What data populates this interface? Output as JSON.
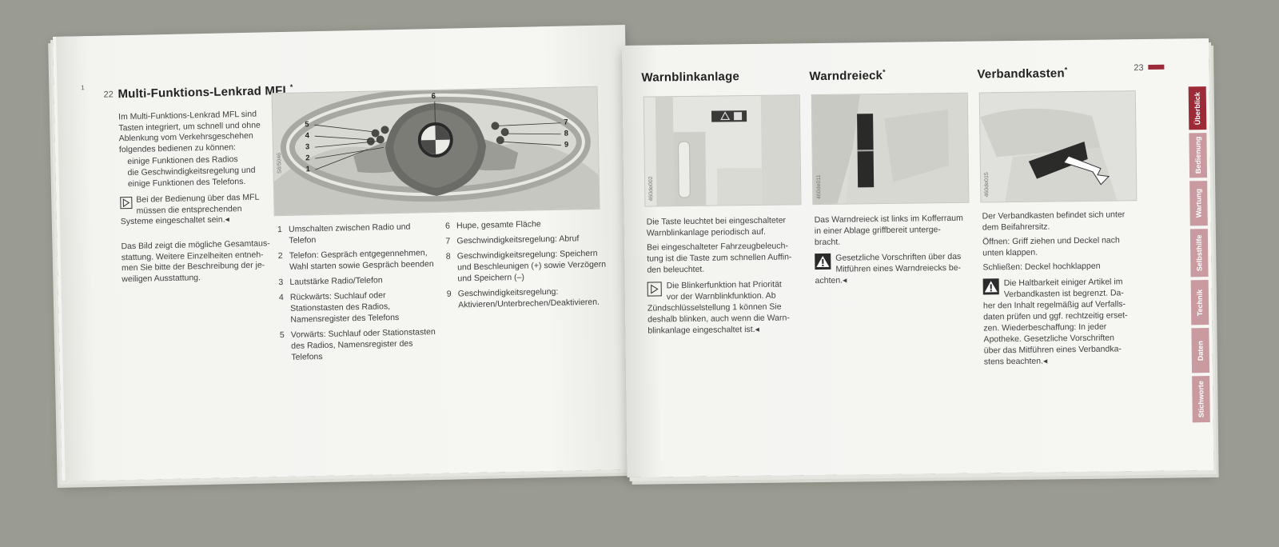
{
  "left_page": {
    "page_number": "22",
    "margin_mark": "1",
    "title": "Multi-Funktions-Lenkrad MFL",
    "title_star": "*",
    "intro_lines": [
      "Im Multi-Funktions-Lenkrad MFL sind",
      "Tasten integriert, um schnell und ohne",
      "Ablenkung vom Verkehrsgeschehen",
      "folgendes bedienen zu können:"
    ],
    "bullets": [
      "einige Funktionen des Radios",
      "die Geschwindigkeitsregelung und",
      "einige Funktionen des Telefons."
    ],
    "note_lines": [
      "Bei der Bedienung über das MFL",
      "müssen die entsprechenden",
      "Systeme eingeschaltet sein."
    ],
    "end_mark": "◂",
    "equip_lines": [
      "Das Bild zeigt die mögliche Gesamtaus-",
      "stattung. Weitere Einzelheiten entneh-",
      "men Sie bitte der Beschreibung der je-",
      "weiligen Ausstattung."
    ],
    "image_code": "S6/5046",
    "callouts": {
      "c1": "1",
      "c2": "2",
      "c3": "3",
      "c4": "4",
      "c5": "5",
      "c6": "6",
      "c7": "7",
      "c8": "8",
      "c9": "9"
    },
    "legend_left": [
      {
        "n": "1",
        "t": "Umschalten zwischen Radio und Telefon"
      },
      {
        "n": "2",
        "t": "Telefon: Gespräch entgegennehmen, Wahl starten sowie Gespräch beenden"
      },
      {
        "n": "3",
        "t": "Lautstärke Radio/Telefon"
      },
      {
        "n": "4",
        "t": "Rückwärts: Suchlauf oder Stationstasten des Radios, Namensregister des Telefons"
      },
      {
        "n": "5",
        "t": "Vorwärts: Suchlauf oder Stationstasten des Radios, Namensregister des Telefons"
      }
    ],
    "legend_right": [
      {
        "n": "6",
        "t": "Hupe, gesamte Fläche"
      },
      {
        "n": "7",
        "t": "Geschwindigkeitsregelung: Abruf"
      },
      {
        "n": "8",
        "t": "Geschwindigkeitsregelung: Speichern und Beschleunigen (+) sowie Verzögern und Speichern (–)"
      },
      {
        "n": "9",
        "t": "Geschwindigkeitsregelung: Aktivieren/Unterbrechen/Deaktivieren."
      }
    ]
  },
  "right_page": {
    "page_number": "23",
    "col1": {
      "title": "Warnblinkanlage",
      "image_code": "460de002",
      "p1_lines": [
        "Die Taste leuchtet bei eingeschalteter",
        "Warnblinkanlage periodisch auf."
      ],
      "p2_lines": [
        "Bei eingeschalteter Fahrzeugbeleuch-",
        "tung ist die Taste zum schnellen Auffin-",
        "den beleuchtet."
      ],
      "note_lines": [
        "Die Blinkerfunktion hat Priorität",
        "vor der Warnblinkfunktion. Ab",
        "Zündschlüsselstellung 1 können Sie",
        "deshalb blinken, auch wenn die Warn-",
        "blinkanlage eingeschaltet ist."
      ]
    },
    "col2": {
      "title": "Warndreieck",
      "title_star": "*",
      "image_code": "460de011",
      "p1_lines": [
        "Das Warndreieck ist links im Kofferraum",
        "in einer Ablage griffbereit unterge-",
        "bracht."
      ],
      "warn_lines": [
        "Gesetzliche Vorschriften über das",
        "Mitführen eines Warndreiecks be-",
        "achten."
      ]
    },
    "col3": {
      "title": "Verbandkasten",
      "title_star": "*",
      "image_code": "460de015",
      "p1_lines": [
        "Der Verbandkasten befindet sich unter",
        "dem Beifahrersitz."
      ],
      "p2_lines": [
        "Öffnen: Griff ziehen und Deckel nach",
        "unten klappen."
      ],
      "p3_lines": [
        "Schließen: Deckel hochklappen"
      ],
      "warn_lines": [
        "Die Haltbarkeit einiger Artikel im",
        "Verbandkasten ist begrenzt. Da-",
        "her den Inhalt regelmäßig auf Verfalls-",
        "daten prüfen und ggf. rechtzeitig erset-",
        "zen. Wiederbeschaffung: In jeder",
        "Apotheke. Gesetzliche Vorschriften",
        "über das Mitführen eines Verbandka-",
        "stens beachten."
      ]
    },
    "tabs": [
      "Überblick",
      "Bedienung",
      "Wartung",
      "Selbsthilfe",
      "Technik",
      "Daten",
      "Stichworte"
    ],
    "active_tab": "Überblick",
    "colors": {
      "accent": "#9c2b37",
      "tab": "#c99ba0"
    }
  }
}
